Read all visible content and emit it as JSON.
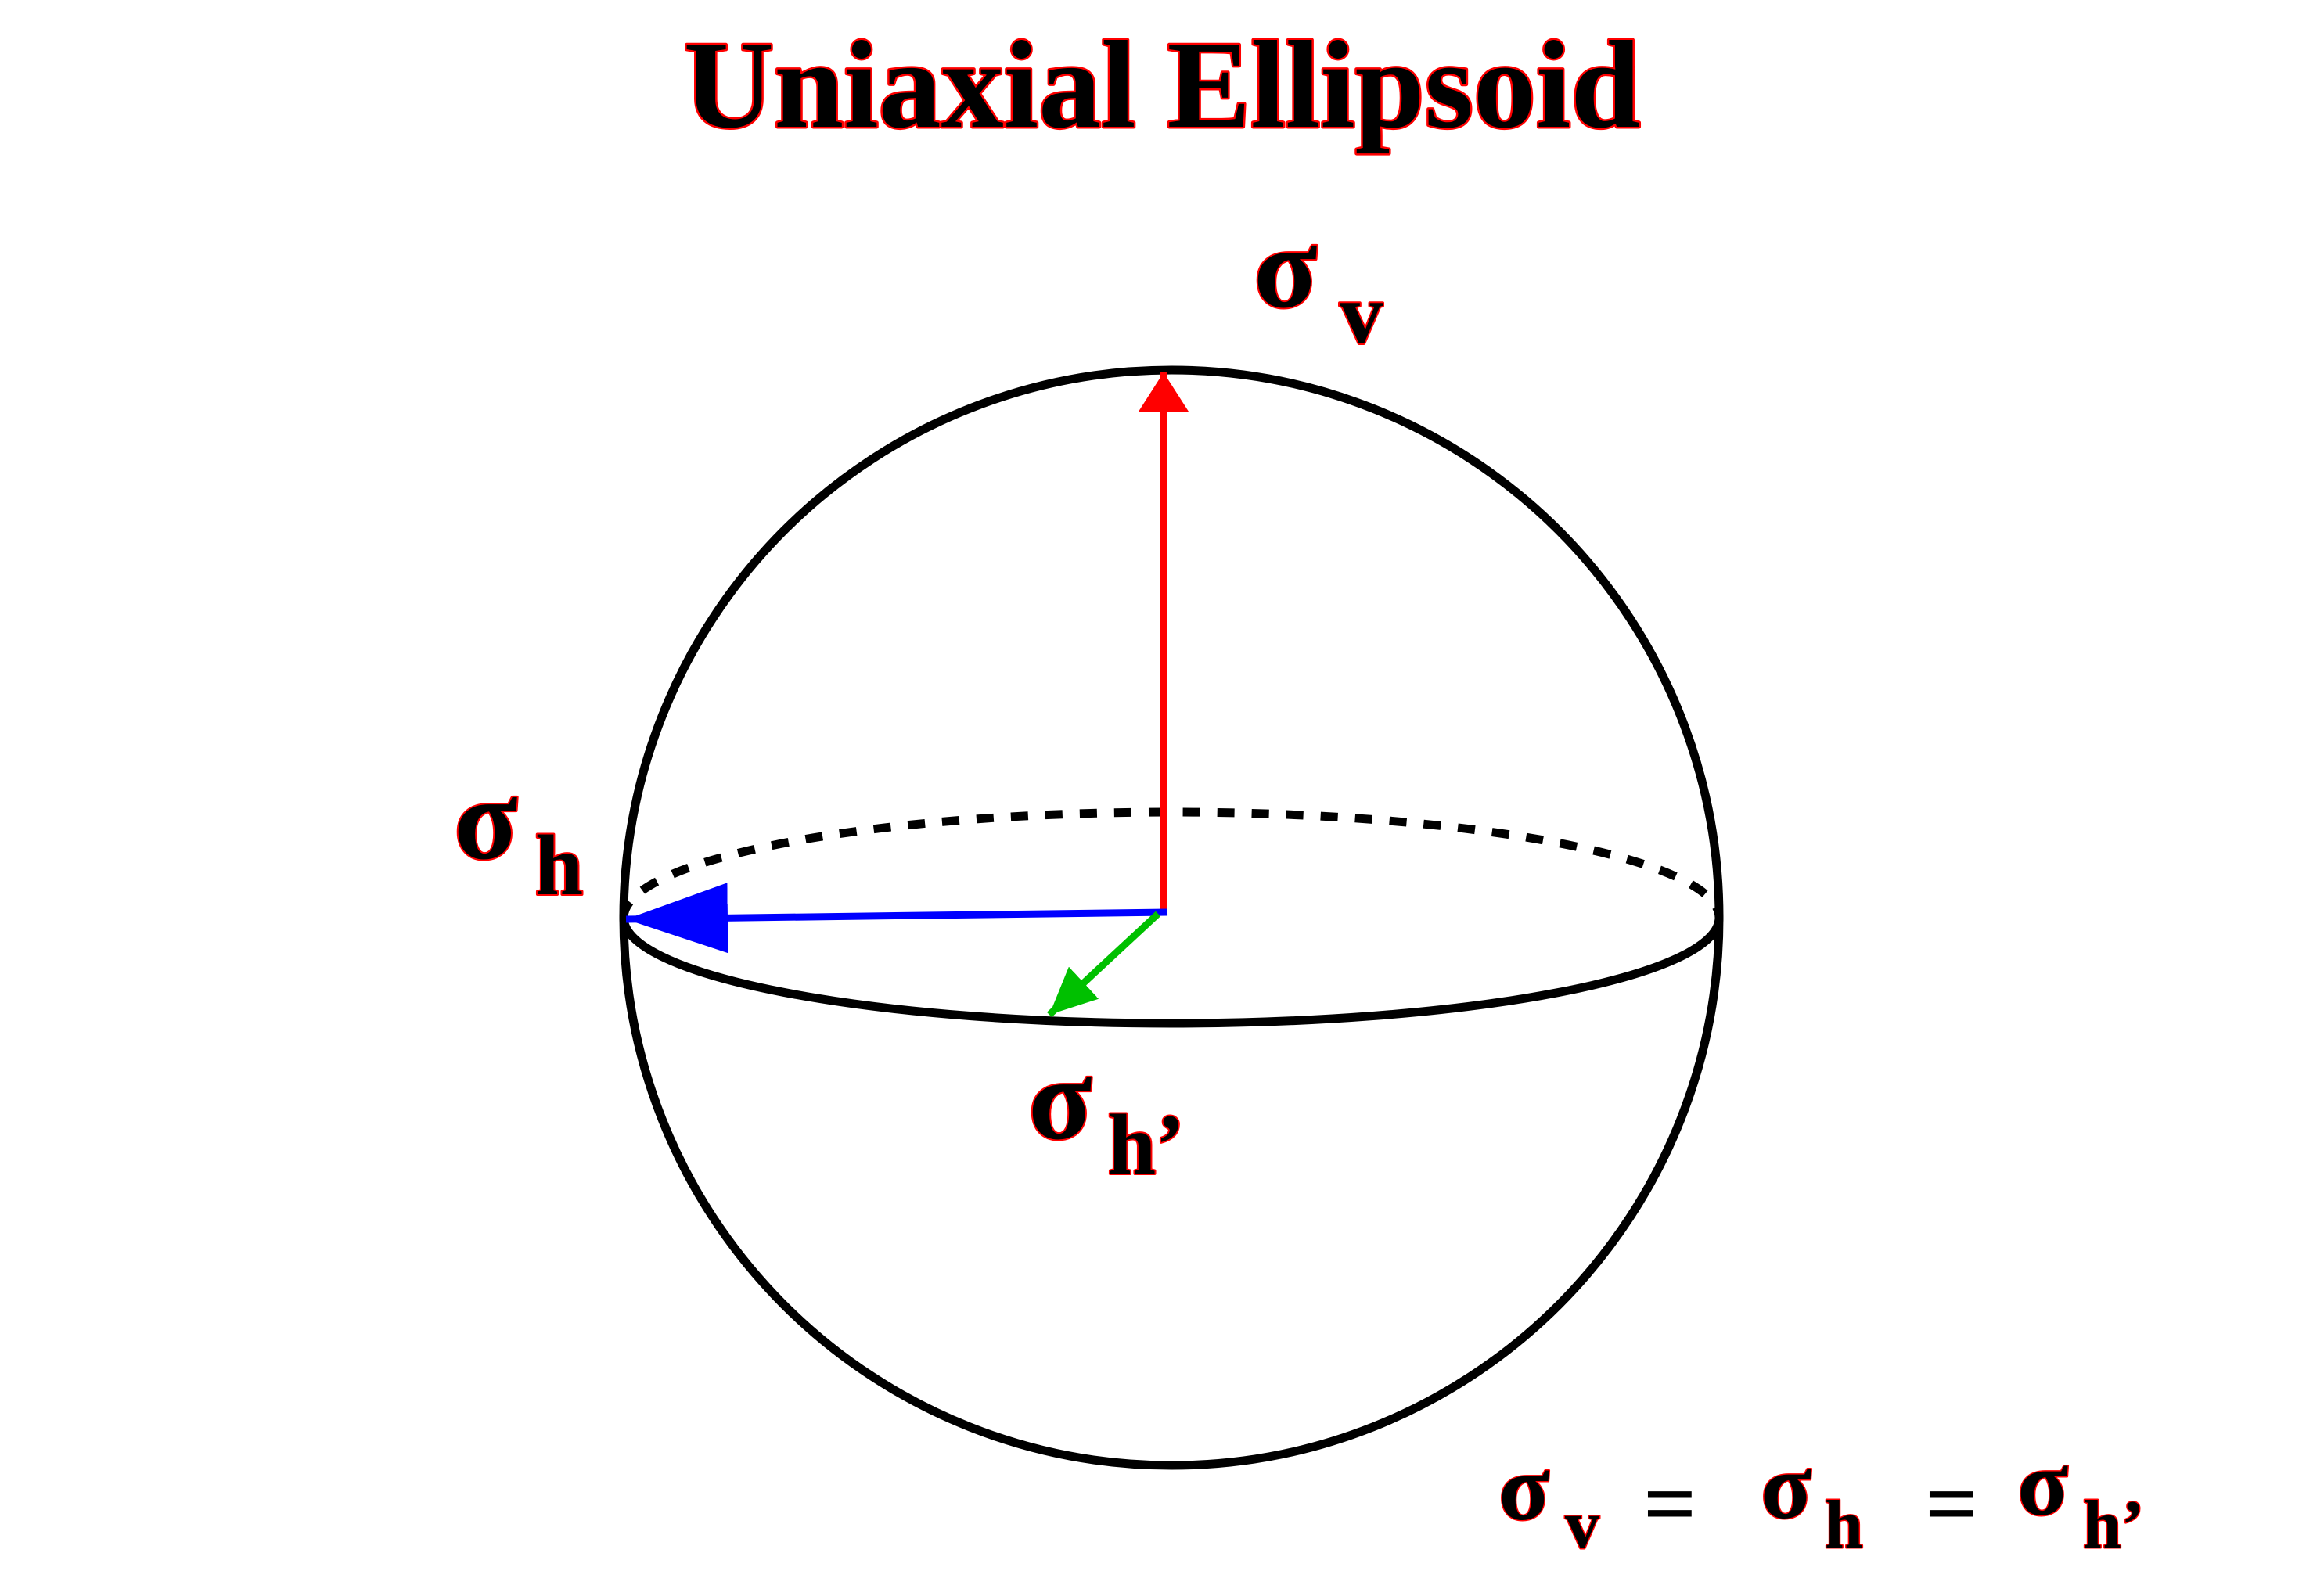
{
  "title": "Uniaxial Ellipsoid",
  "labels": {
    "sigma_v": {
      "symbol": "σ",
      "subscript": "v"
    },
    "sigma_h": {
      "symbol": "σ",
      "subscript": "h"
    },
    "sigma_h_prime": {
      "symbol": "σ",
      "subscript": "h’"
    }
  },
  "equation": {
    "term1_symbol": "σ",
    "term1_subscript": "v",
    "eq1": "=",
    "term2_symbol": "σ",
    "term2_subscript": "h",
    "eq2": "=",
    "term3_symbol": "σ",
    "term3_subscript": "h’"
  },
  "colors": {
    "text_fill": "#000000",
    "text_outline": "#ff0000",
    "outline": "#000000",
    "sigma_v_arrow": "#ff0000",
    "sigma_h_arrow": "#0000ff",
    "sigma_h_prime_arrow": "#00c000"
  }
}
